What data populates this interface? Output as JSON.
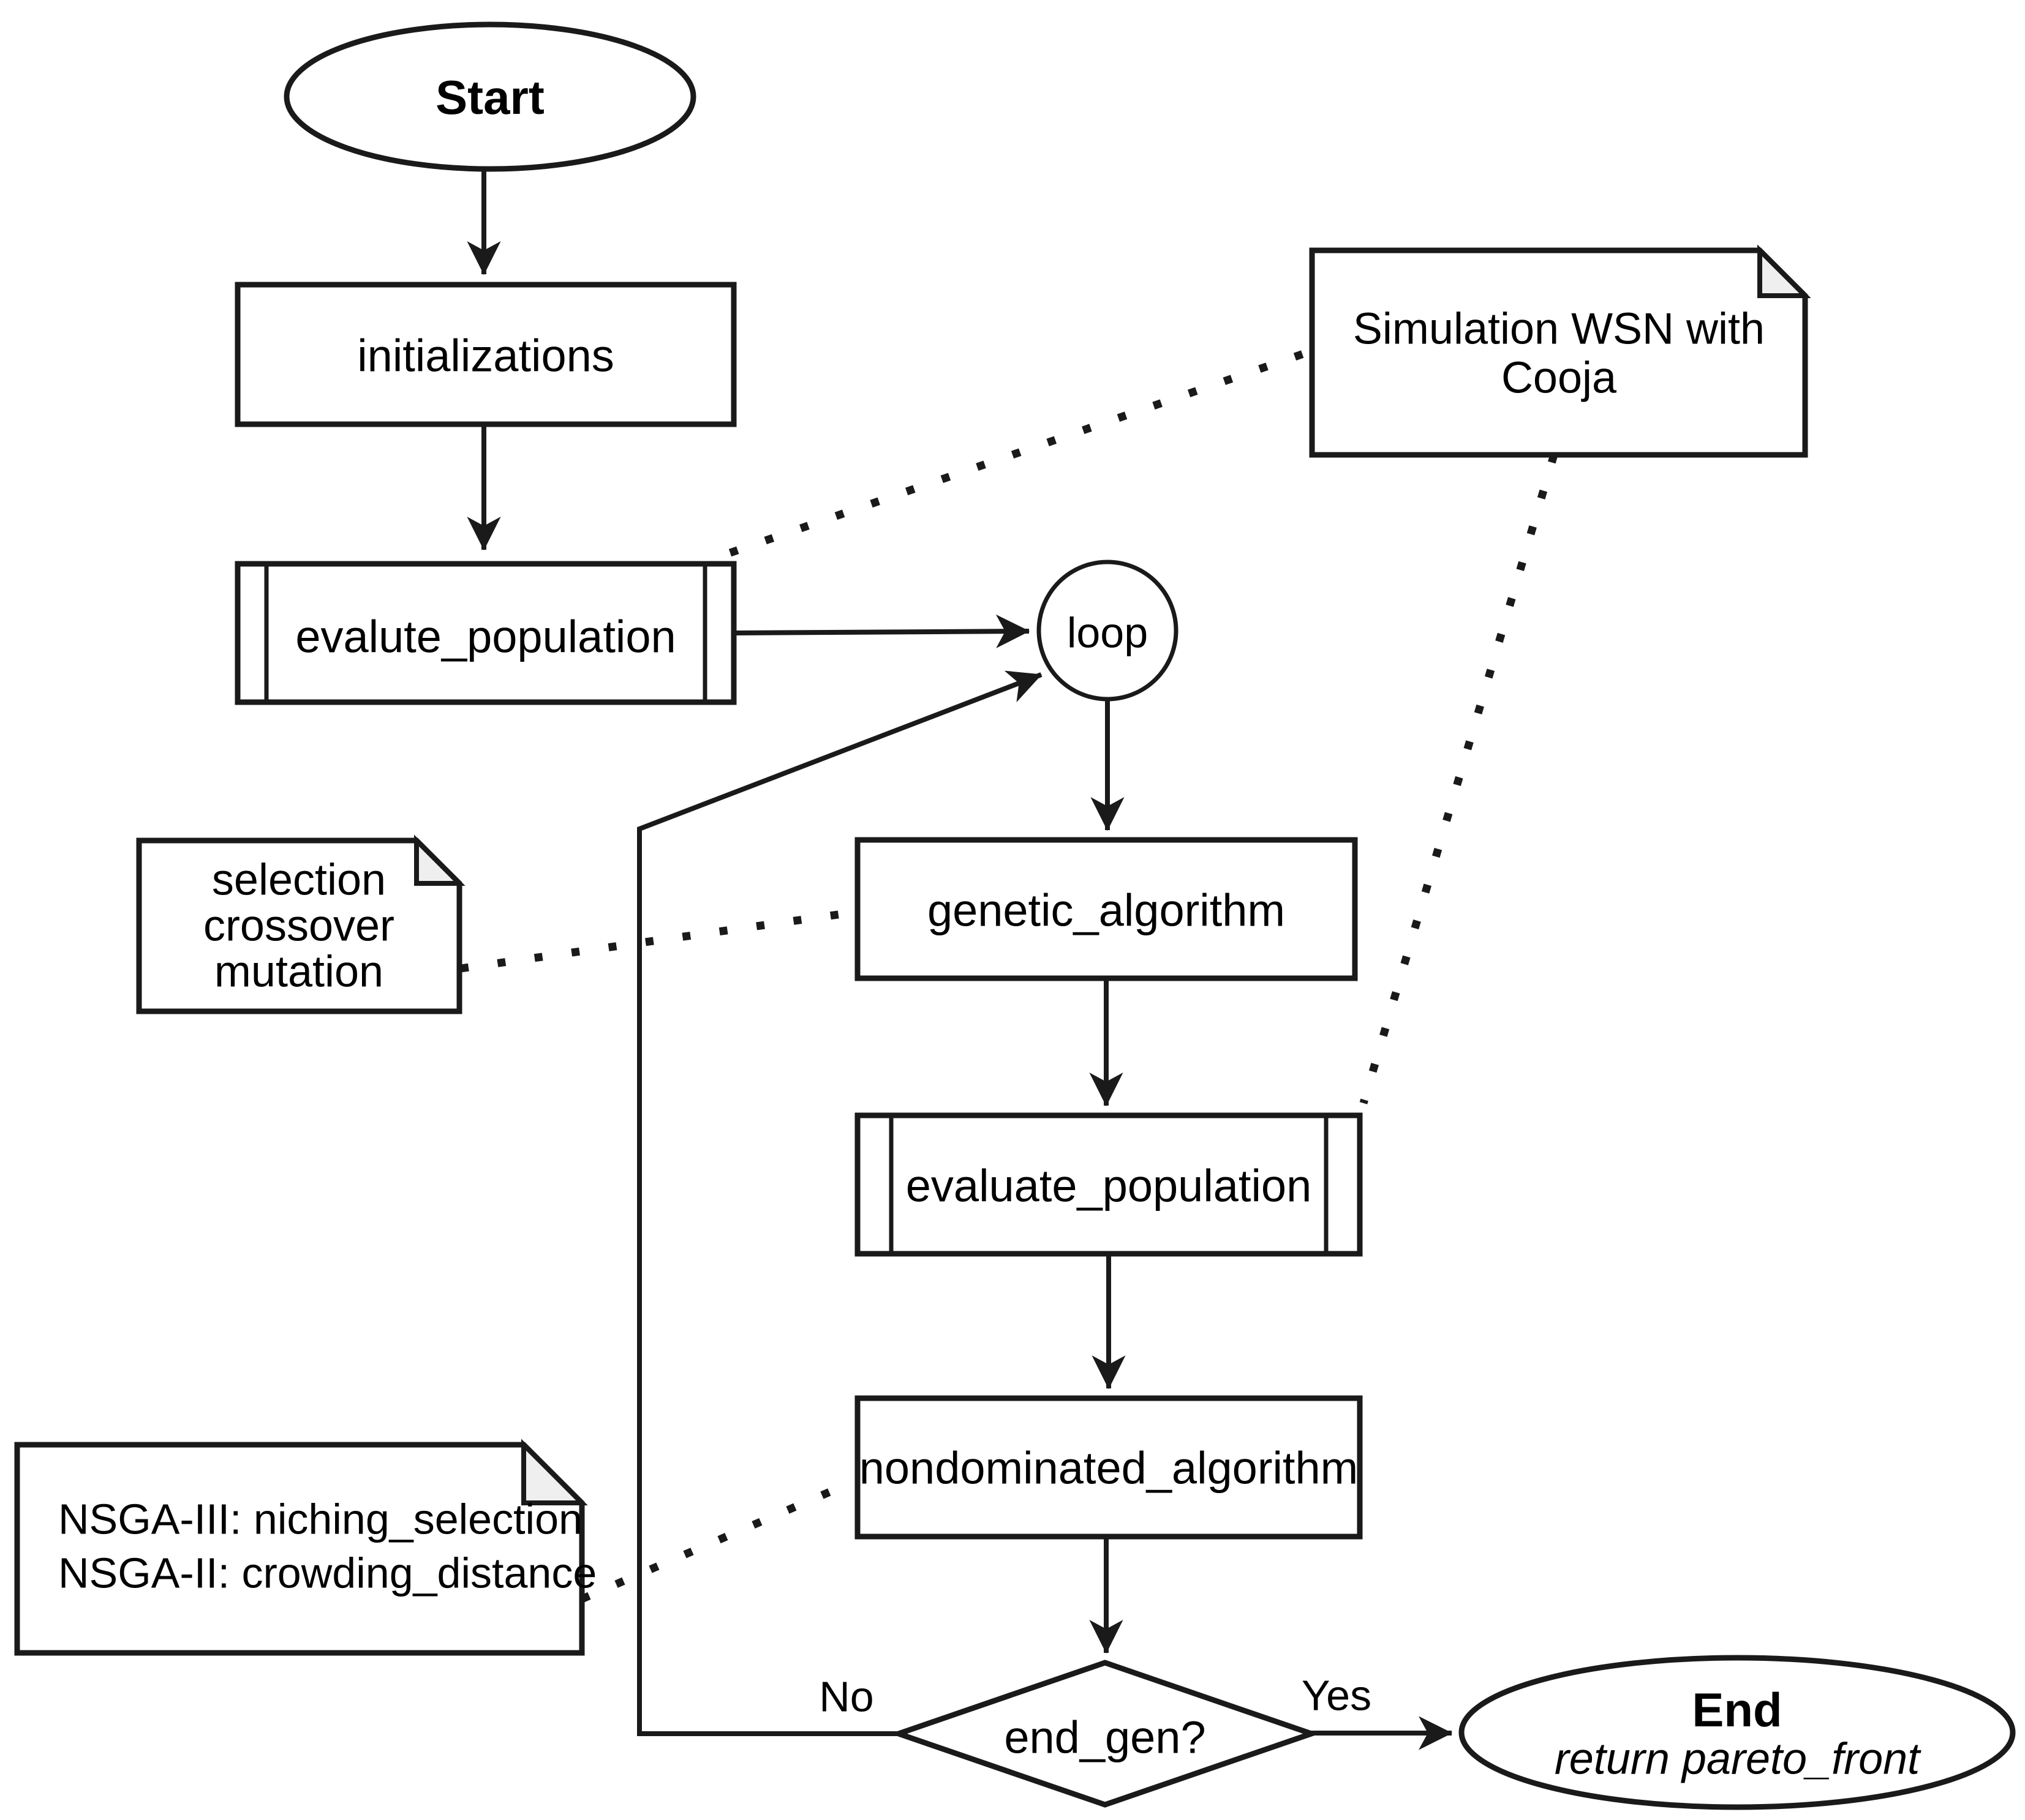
{
  "nodes": {
    "start": {
      "label": "Start",
      "type": "terminator"
    },
    "initializations": {
      "label": "initializations",
      "type": "process"
    },
    "evalute_population": {
      "label": "evalute_population",
      "type": "predefined-process"
    },
    "loop": {
      "label": "loop",
      "type": "connector-circle"
    },
    "genetic_algorithm": {
      "label": "genetic_algorithm",
      "type": "process"
    },
    "evaluate_population": {
      "label": "evaluate_population",
      "type": "predefined-process"
    },
    "nondominated_algorithm": {
      "label": "nondominated_algorithm",
      "type": "process"
    },
    "end_gen": {
      "label": "end_gen?",
      "type": "decision"
    },
    "end": {
      "label": "End",
      "sublabel": "return pareto_front",
      "type": "terminator"
    }
  },
  "notes": {
    "cooja": {
      "lines": [
        "Simulation WSN with",
        "Cooja"
      ]
    },
    "genetic_ops": {
      "lines": [
        "selection",
        "crossover",
        "mutation"
      ]
    },
    "nsga": {
      "lines": [
        "NSGA-III: niching_selection",
        "NSGA-II: crowding_distance"
      ]
    }
  },
  "edge_labels": {
    "no": "No",
    "yes": "Yes"
  },
  "colors": {
    "stroke": "#1a1a1a",
    "node_fill": "#ffffff",
    "fold_fill": "#efefef"
  }
}
